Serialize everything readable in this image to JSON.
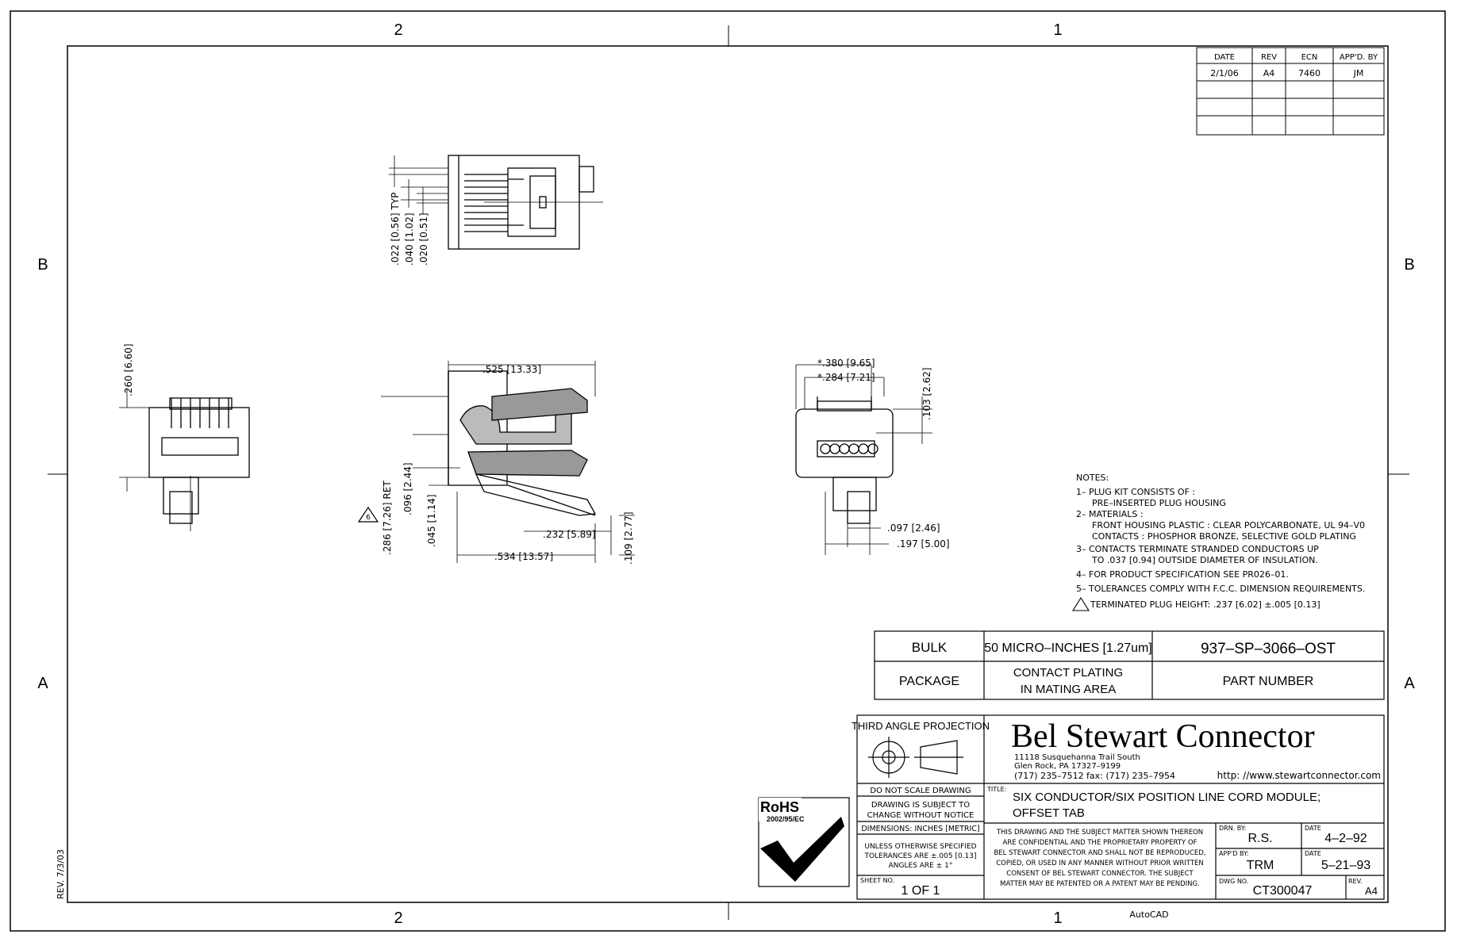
{
  "borders": {
    "top_cols": [
      "2",
      "1"
    ],
    "bottom_cols": [
      "2",
      "1"
    ],
    "left_rows": [
      "B",
      "A"
    ],
    "right_rows": [
      "B",
      "A"
    ]
  },
  "revision_table": {
    "headers": [
      "DATE",
      "REV",
      "ECN",
      "APP'D. BY"
    ],
    "rows": [
      [
        "2/1/06",
        "A4",
        "7460",
        "JM"
      ]
    ]
  },
  "dimensions": {
    "top_view": [
      ".022 [0.56] TYP",
      ".040 [1.02]",
      ".020 [0.51]"
    ],
    "left_view": [
      ".260 [6.60]"
    ],
    "side_view": [
      ".525 [13.33]",
      ".286 [7.26] RET",
      ".096 [2.44]",
      ".045 [1.14]",
      ".232 [5.89]",
      ".534 [13.57]",
      ".109 [2.77]"
    ],
    "front_view": [
      "*.380 [9.65]",
      "*.284 [7.21]",
      ".103 [2.62]",
      ".097 [2.46]",
      ".197 [5.00]"
    ],
    "flag_number": "6"
  },
  "notes": {
    "title": "NOTES:",
    "lines": [
      "1– PLUG KIT CONSISTS OF :",
      "PRE–INSERTED PLUG HOUSING",
      "2– MATERIALS :",
      "FRONT HOUSING PLASTIC :   CLEAR POLYCARBONATE, UL 94–V0",
      "CONTACTS :   PHOSPHOR BRONZE, SELECTIVE GOLD PLATING",
      "3– CONTACTS TERMINATE STRANDED CONDUCTORS UP",
      "TO .037 [0.94] OUTSIDE DIAMETER OF INSULATION.",
      "4– FOR PRODUCT SPECIFICATION SEE PR026–01.",
      "5– TOLERANCES COMPLY WITH F.C.C. DIMENSION REQUIREMENTS.",
      "TERMINATED PLUG HEIGHT:  .237 [6.02] ±.005 [0.13]"
    ]
  },
  "part_table": {
    "bulk": "BULK",
    "plating": "50 MICRO–INCHES [1.27um]",
    "part_number": "937–SP–3066–OST",
    "package": "PACKAGE",
    "plating_label_1": "CONTACT PLATING",
    "plating_label_2": "IN MATING AREA",
    "part_number_label": "PART NUMBER"
  },
  "title_block": {
    "projection": "THIRD ANGLE PROJECTION",
    "company": "Bel Stewart Connector",
    "address_1": "11118 Susquehanna Trail South",
    "address_2": "Glen Rock, PA  17327–9199",
    "phone": "(717) 235–7512  fax: (717) 235–7954",
    "website": "http: //www.stewartconnector.com",
    "do_not_scale": "DO NOT SCALE DRAWING",
    "subject_1": "DRAWING IS SUBJECT TO",
    "subject_2": "CHANGE WITHOUT NOTICE",
    "dimensions": "DIMENSIONS: INCHES [METRIC]",
    "tol_1": "UNLESS OTHERWISE SPECIFIED",
    "tol_2": "TOLERANCES ARE ±.005 [0.13]",
    "tol_3": "ANGLES ARE ± 1°",
    "sheet_label": "SHEET NO.",
    "sheet_value": "1 OF 1",
    "title_label": "TITLE:",
    "title_1": "SIX CONDUCTOR/SIX POSITION LINE CORD MODULE;",
    "title_2": "OFFSET TAB",
    "confidential": [
      "THIS DRAWING AND THE SUBJECT MATTER SHOWN THEREON",
      "ARE CONFIDENTIAL AND THE PROPRIETARY PROPERTY OF",
      "BEL STEWART CONNECTOR AND SHALL NOT BE REPRODUCED,",
      "COPIED, OR USED IN ANY MANNER WITHOUT PRIOR WRITTEN",
      "CONSENT OF BEL STEWART CONNECTOR.  THE SUBJECT",
      "MATTER MAY BE PATENTED OR A PATENT MAY BE PENDING."
    ],
    "drn_label": "DRN. BY:",
    "drn_value": "R.S.",
    "date_label": "DATE",
    "drn_date": "4–2–92",
    "appd_label": "APP'D BY:",
    "appd_value": "TRM",
    "appd_date": "5–21–93",
    "dwg_label": "DWG NO.",
    "dwg_value": "CT300047",
    "rev_label": "REV.",
    "rev_value": "A4"
  },
  "rohs": {
    "label": "RoHS",
    "directive": "2002/95/EC"
  },
  "footer": {
    "rev_note": "REV. 7/3/03",
    "software": "AutoCAD"
  }
}
